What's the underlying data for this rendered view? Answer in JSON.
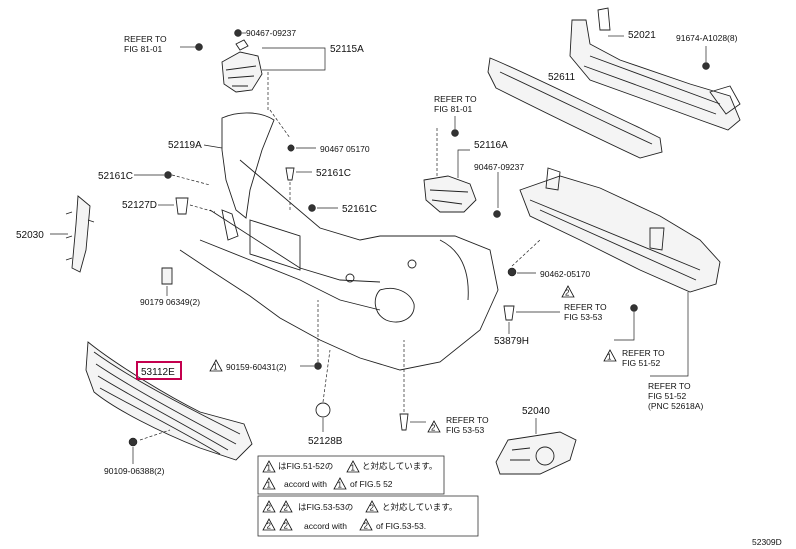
{
  "diagram": {
    "doc_id": "52309D",
    "labels": {
      "refer_fig81_a": "REFER TO",
      "refer_fig81_a2": "FIG 81-01",
      "p90467_09237_a": "90467-09237",
      "p52115A": "52115A",
      "p52119A": "52119A",
      "p90467_05170": "90467 05170",
      "p52161C_a": "52161C",
      "p52161C_b": "52161C",
      "p52161C_c": "52161C",
      "p52127D": "52127D",
      "p52030": "52030",
      "p90179_06349": "90179 06349(2)",
      "p53112E": "53112E",
      "p90159_60431": "90159-60431(2)",
      "p90109_06388": "90109-06388(2)",
      "p52128B": "52128B",
      "refer_fig81_b": "REFER TO",
      "refer_fig81_b2": "FIG 81-01",
      "p52116A": "52116A",
      "p90467_09237_b": "90467-09237",
      "p52021": "52021",
      "p91674_A1028": "91674-A1028(8)",
      "p52611": "52611",
      "p90462_05170": "90462-05170",
      "refer_fig5353_a": "REFER TO",
      "refer_fig5353_a2": "FIG 53-53",
      "p53879H": "53879H",
      "refer_fig5152_a": "REFER TO",
      "refer_fig5152_a2": "FIG 51-52",
      "refer_fig5152_b": "REFER TO",
      "refer_fig5152_b2": "FIG 51-52",
      "refer_fig5152_b3": "(PNC 52618A)",
      "refer_fig5353_b": "REFER TO",
      "refer_fig5353_b2": "FIG 53-53",
      "p52040": "52040",
      "tri1": "1",
      "tri2": "2"
    },
    "notes": [
      {
        "row": "1",
        "text": "はFIG.51-52の",
        "text_b": "と対応しています。"
      },
      {
        "row": "1",
        "text": "accord with",
        "text_b": "of FIG.5  52"
      },
      {
        "row": "2",
        "text": "はFIG.53-53の",
        "text_b": "と対応しています。"
      },
      {
        "row": "2",
        "text": "accord with",
        "text_b": "of FIG.53-53."
      }
    ],
    "colors": {
      "highlight": "#c4004e",
      "ink": "#111111"
    }
  }
}
